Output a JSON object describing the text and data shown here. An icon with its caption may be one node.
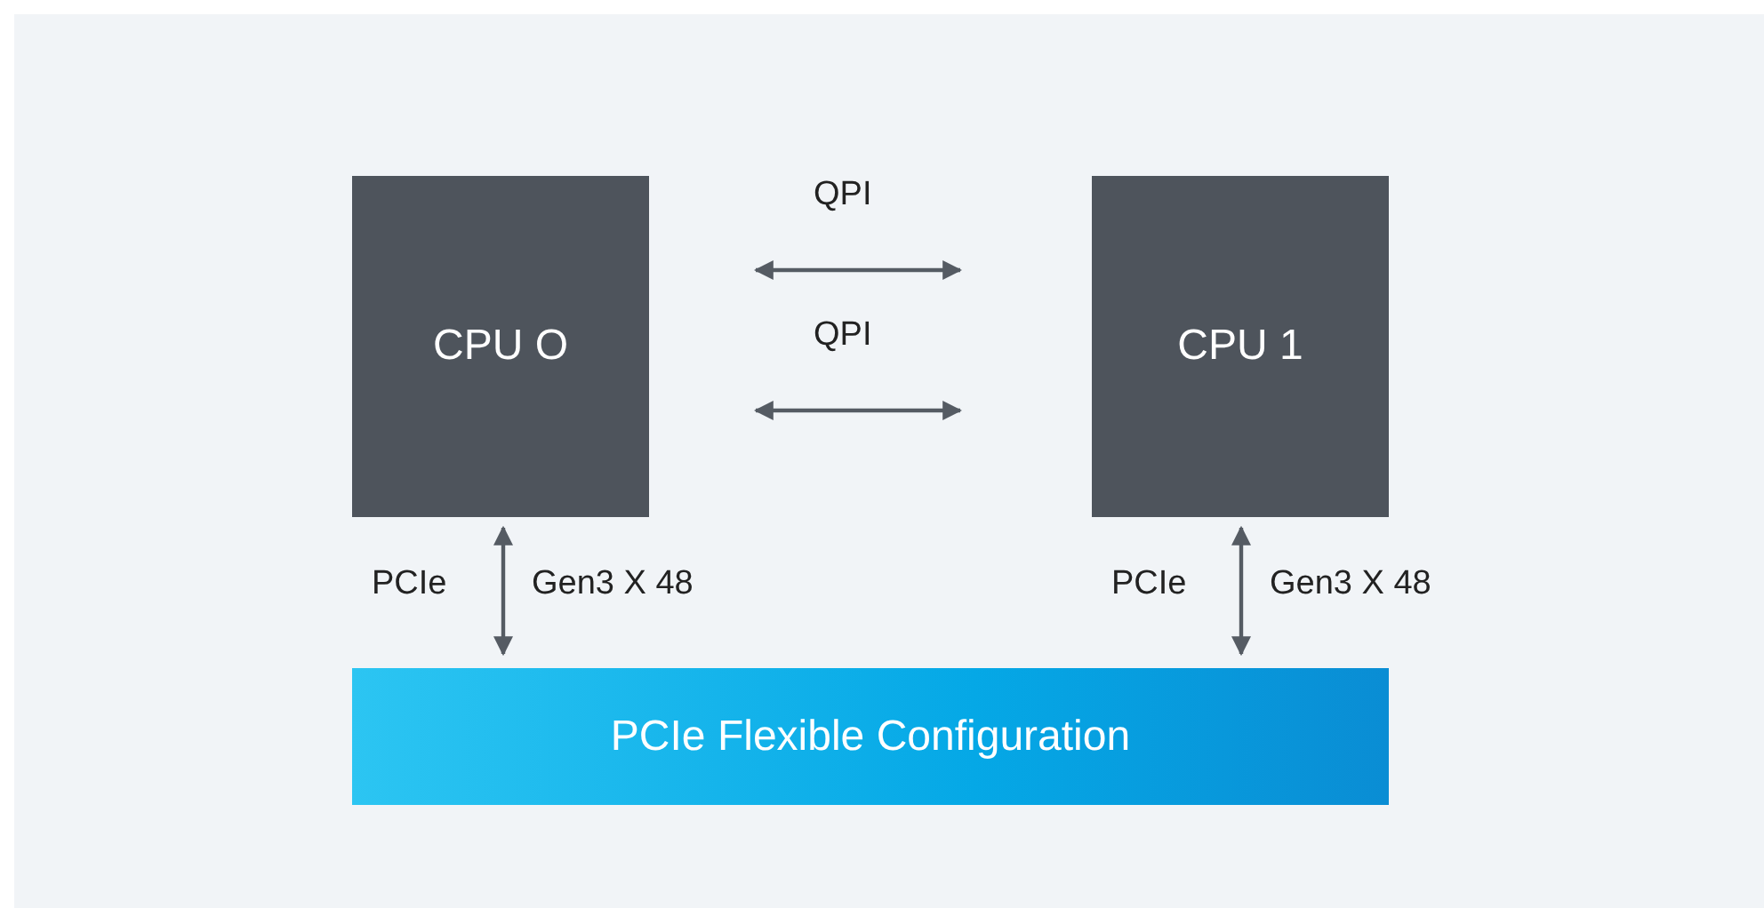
{
  "diagram": {
    "nodes": [
      {
        "text": [
          "CPU O"
        ]
      },
      {
        "text": [
          "CPU 1"
        ]
      },
      {
        "text": [
          "PCIe Flexible Configuration"
        ]
      }
    ],
    "edges": [
      {
        "from": 0,
        "to": 1,
        "arrow": "both",
        "label": "QPI"
      },
      {
        "from": 0,
        "to": 1,
        "arrow": "both",
        "label": "QPI"
      },
      {
        "from": 0,
        "to": 2,
        "arrow": "both"
      },
      {
        "from": 1,
        "to": 2,
        "arrow": "both"
      }
    ],
    "labels": [
      "PCIe",
      "Gen3 X 48",
      "PCIe",
      "Gen3 X 48"
    ]
  }
}
